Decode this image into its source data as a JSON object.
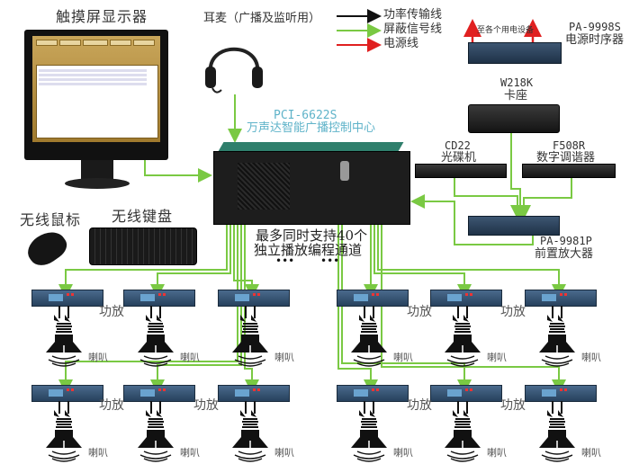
{
  "title_monitor": "触摸屏显示器",
  "headset": {
    "label": "耳麦（广播及监听用）"
  },
  "legend": {
    "items": [
      {
        "label": "功率传输线",
        "color": "#111111"
      },
      {
        "label": "屏蔽信号线",
        "color": "#7ac943"
      },
      {
        "label": "电源线",
        "color": "#e02020"
      }
    ]
  },
  "power_sequencer": {
    "model": "PA-9998S",
    "name": "电源时序器",
    "note": "至各个用电设备"
  },
  "cassette": {
    "model": "W218K",
    "name": "卡座"
  },
  "cd": {
    "model": "CD22",
    "name": "光碟机"
  },
  "tuner": {
    "model": "F508R",
    "name": "数字调谐器"
  },
  "preamp": {
    "model": "PA-9981P",
    "name": "前置放大器"
  },
  "control_center": {
    "model": "PCI-6622S",
    "name": "万声达智能广播控制中心",
    "caption_line1": "最多同时支持40个",
    "caption_line2": "独立播放编程通道",
    "ellipsis_left": "•••",
    "ellipsis_right": "•••"
  },
  "mouse": {
    "label": "无线鼠标"
  },
  "keyboard": {
    "label": "无线键盘"
  },
  "zones": {
    "amp_label": "功放",
    "speaker_label": "喇叭"
  },
  "colors": {
    "signal": "#7ac943",
    "power_line": "#111111",
    "mains": "#e02020",
    "title_cyan": "#5fb3c9"
  }
}
